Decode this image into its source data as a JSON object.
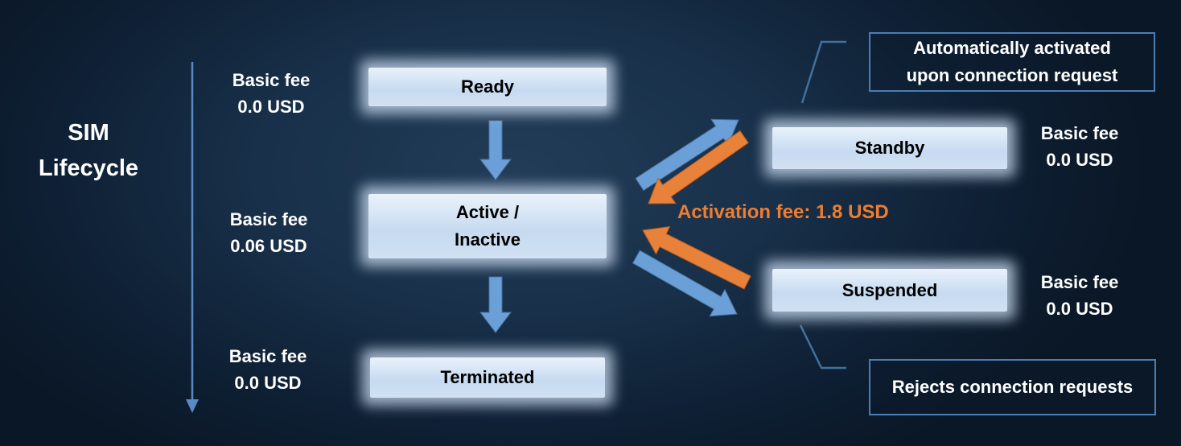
{
  "title": {
    "line1": "SIM",
    "line2": "Lifecycle"
  },
  "states": {
    "ready": {
      "label": "Ready"
    },
    "active": {
      "label_line1": "Active /",
      "label_line2": "Inactive"
    },
    "terminated": {
      "label": "Terminated"
    },
    "standby": {
      "label": "Standby"
    },
    "suspended": {
      "label": "Suspended"
    }
  },
  "fees": {
    "ready": {
      "line1": "Basic fee",
      "line2": "0.0 USD"
    },
    "active": {
      "line1": "Basic fee",
      "line2": "0.06 USD"
    },
    "terminated": {
      "line1": "Basic fee",
      "line2": "0.0 USD"
    },
    "standby": {
      "line1": "Basic fee",
      "line2": "0.0 USD"
    },
    "suspended": {
      "line1": "Basic fee",
      "line2": "0.0 USD"
    }
  },
  "annotations": {
    "activation_fee": "Activation fee: 1.8 USD",
    "standby_callout_line1": "Automatically activated",
    "standby_callout_line2": "upon connection request",
    "suspended_callout": "Rejects connection requests"
  },
  "colors": {
    "background_dark": "#0a1726",
    "background_light": "#223c58",
    "state_box_fill": "#cfe0f2",
    "blue_arrow": "#6b9fd8",
    "orange_arrow": "#e8813a",
    "timeline_line": "#5a8ac6",
    "leader_line": "#41719c",
    "callout_border": "#4a7eb5",
    "activation_fee_text": "#ed7d31",
    "text_light": "#ffffff",
    "text_dark": "#000000"
  }
}
